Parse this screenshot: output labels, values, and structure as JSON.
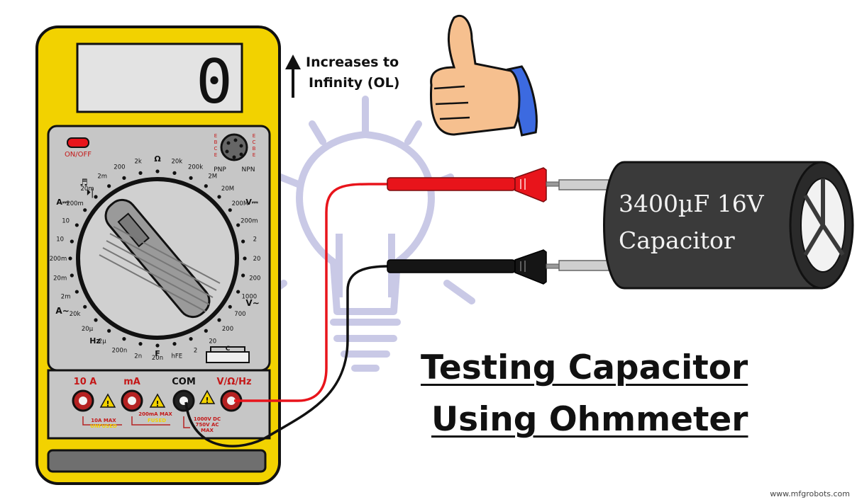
{
  "display": {
    "reading": "0"
  },
  "meter": {
    "power_label": "ON/OFF",
    "transistor": {
      "pins_left": [
        "E",
        "B",
        "C",
        "E"
      ],
      "pins_right": [
        "E",
        "C",
        "B",
        "E"
      ],
      "pnp": "PNP",
      "npn": "NPN"
    },
    "dial_labels": [
      "Ω",
      "20k",
      "200k",
      "2M",
      "20M",
      "200M",
      "200m",
      "2",
      "20",
      "200",
      "1000",
      "700",
      "200",
      "20",
      "2",
      "hFE",
      "20n",
      "2n",
      "200n",
      "2µ",
      "20µ",
      "20k",
      "2m",
      "20m",
      "200m",
      "10",
      "10",
      "200m",
      "20m",
      "2m",
      "200",
      "2k"
    ],
    "function_labels": {
      "a_dc": "A⎓",
      "v_dc": "V⎓",
      "a_ac": "A∼",
      "v_ac": "V∼",
      "hz": "Hz",
      "f": "F",
      "c": "C"
    },
    "ports": {
      "port_10a": "10 A",
      "port_ma": "mA",
      "port_com": "COM",
      "port_v": "V/Ω/Hz",
      "note_10a_1": "10A MAX",
      "note_10a_2": "UNFUSED",
      "note_ma_1": "200mA MAX",
      "note_ma_2": "FUSED",
      "note_v_1": "1000V DC",
      "note_v_2": "750V AC",
      "note_v_3": "MAX"
    }
  },
  "annotation": {
    "line1": "Increases to",
    "line2": "Infinity (OL)"
  },
  "capacitor": {
    "line1": "3400µF 16V",
    "line2": "Capacitor"
  },
  "title": {
    "line1": "Testing Capacitor",
    "line2": "Using Ohmmeter"
  },
  "watermark": "www.mfgrobots.com",
  "icons": [
    "thumbs-up-icon",
    "light-bulb-icon",
    "arrow-up-icon",
    "warning-icon"
  ],
  "colors": {
    "meter_body": "#f2d200",
    "red_lead": "#e8141b",
    "black_lead": "#111111",
    "capacitor": "#3a3a3a",
    "bulb": "#c9c9e6"
  }
}
